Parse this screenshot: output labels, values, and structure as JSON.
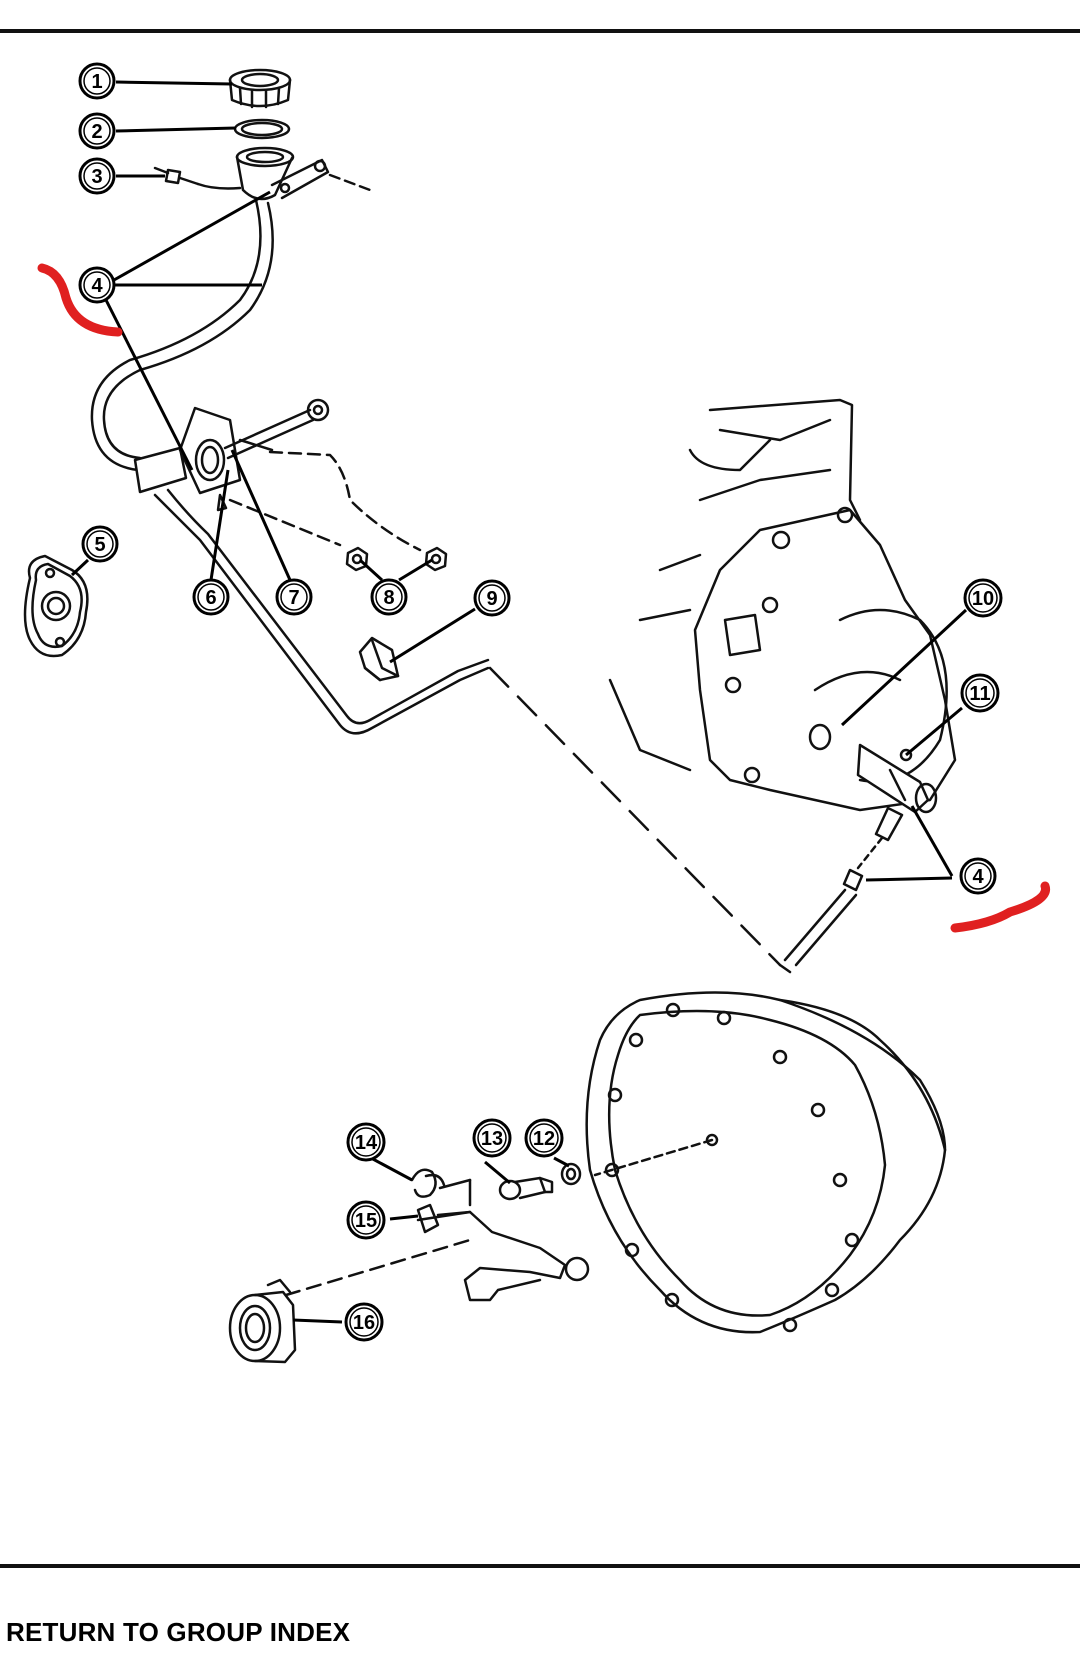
{
  "callouts": [
    "1",
    "2",
    "3",
    "4",
    "5",
    "6",
    "7",
    "8",
    "9",
    "10",
    "11",
    "12",
    "13",
    "14",
    "15",
    "16"
  ],
  "footer": {
    "return_link": "RETURN TO GROUP INDEX"
  },
  "colors": {
    "ink": "#111111",
    "marker": "#e02020",
    "background": "#ffffff"
  }
}
